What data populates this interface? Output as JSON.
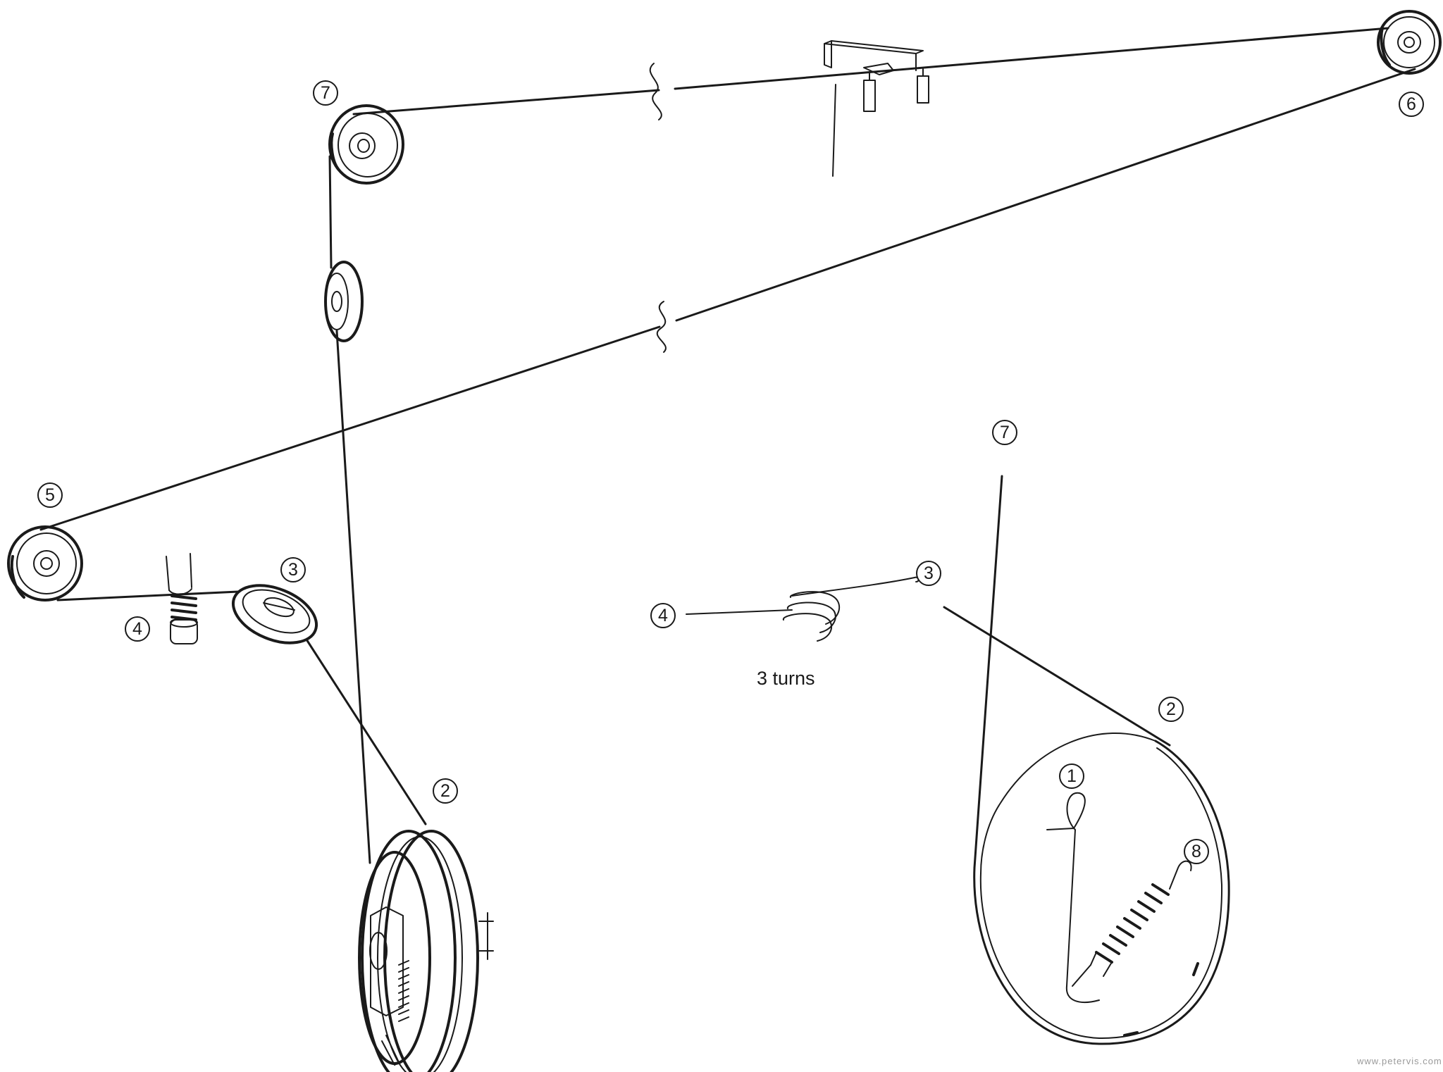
{
  "callouts": {
    "pulley_7_top": "7",
    "pulley_6": "6",
    "pulley_5": "5",
    "idler_3": "3",
    "spring_4": "4",
    "drum_2": "2",
    "inset_7": "7",
    "inset_3": "3",
    "inset_4": "4",
    "inset_2": "2",
    "inset_1": "1",
    "inset_8": "8"
  },
  "notes": {
    "turns_label": "3 turns"
  },
  "watermark": "www.petervis.com",
  "colors": {
    "ink": "#1a1a1a",
    "paper": "#ffffff"
  }
}
